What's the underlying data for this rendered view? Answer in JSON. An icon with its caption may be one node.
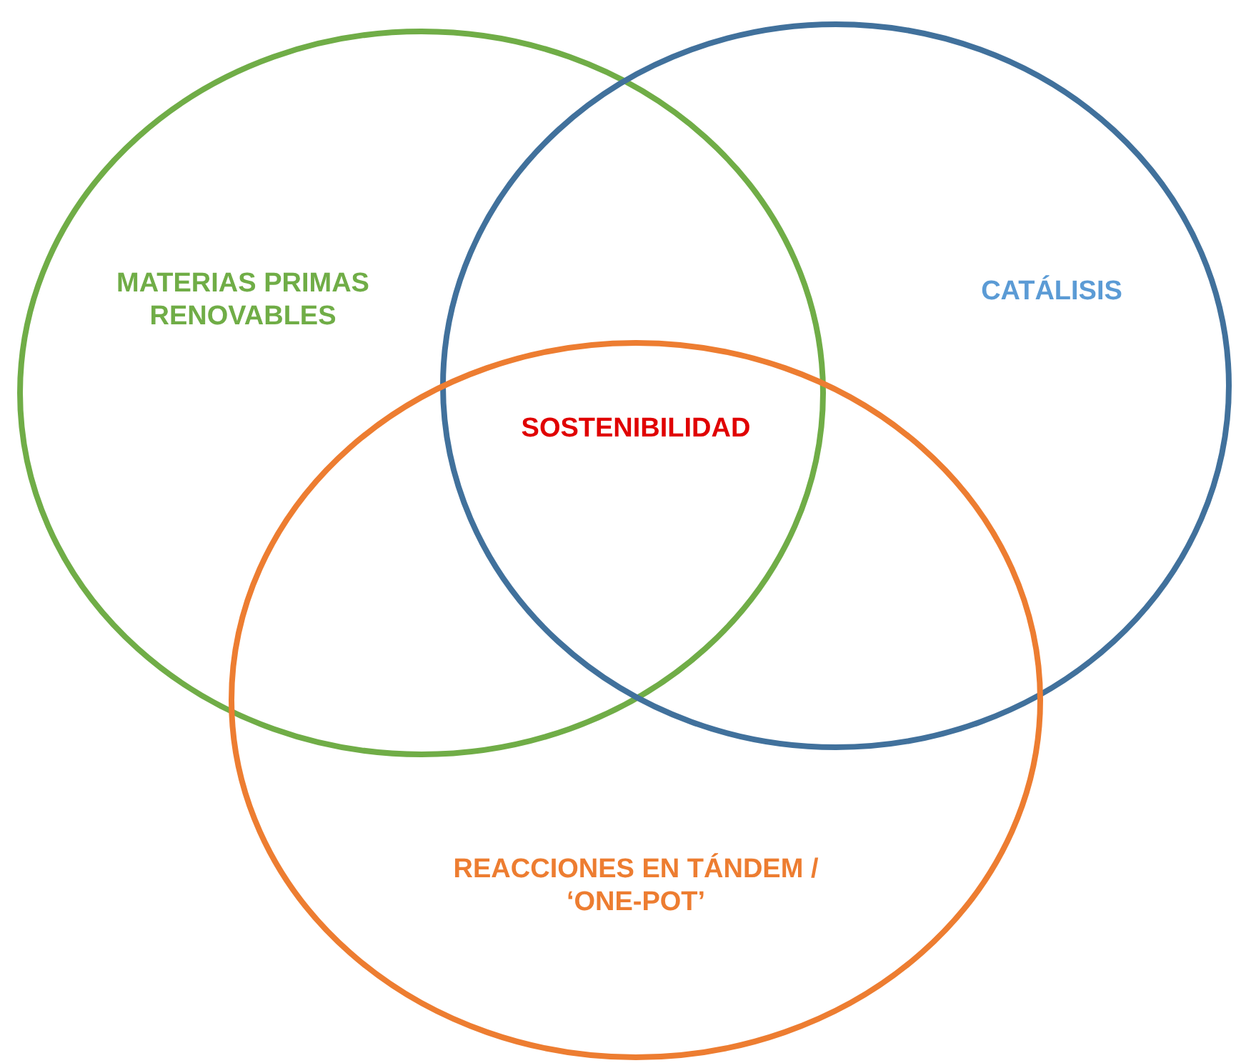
{
  "diagram": {
    "nodes": [
      {
        "text": [
          "MATERIAS PRIMAS RENOVABLES"
        ]
      },
      {
        "text": [
          "CATÁLISIS"
        ]
      },
      {
        "text": [
          "REACCIONES EN TÁNDEM / ‘ONE-POT’"
        ]
      }
    ],
    "labels": [
      "SOSTENIBILIDAD"
    ]
  }
}
